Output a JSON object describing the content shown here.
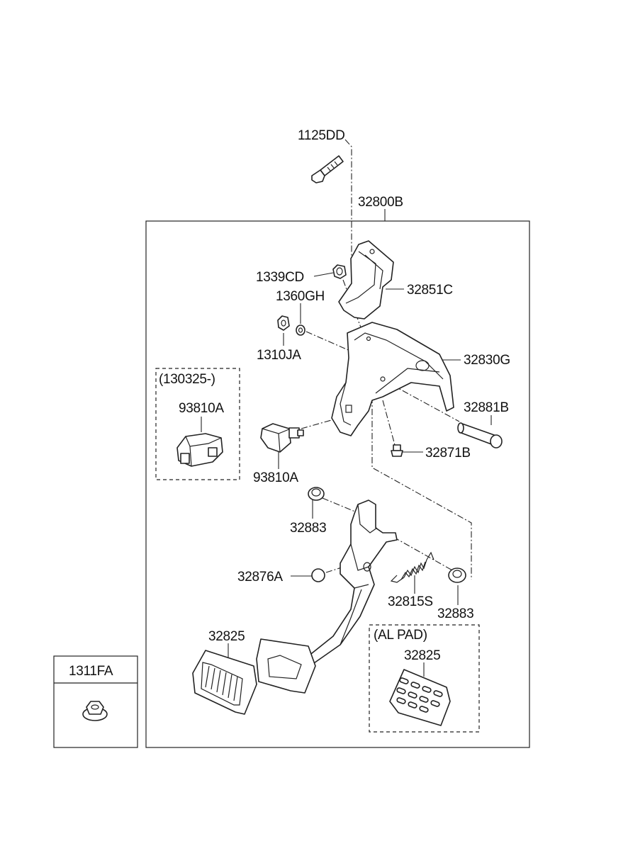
{
  "labels": {
    "p1125DD": "1125DD",
    "p32800B": "32800B",
    "p1339CD": "1339CD",
    "p32851C": "32851C",
    "p1360GH": "1360GH",
    "p1310JA": "1310JA",
    "p32830G": "32830G",
    "date_range": "(130325-)",
    "p93810A_inset": "93810A",
    "p32881B": "32881B",
    "p32871B": "32871B",
    "p93810A": "93810A",
    "p32883_top": "32883",
    "p32876A": "32876A",
    "p32815S": "32815S",
    "p32883_bottom": "32883",
    "p32825_left": "32825",
    "al_pad": "(AL PAD)",
    "p32825_alpad": "32825",
    "p1311FA": "1311FA"
  }
}
